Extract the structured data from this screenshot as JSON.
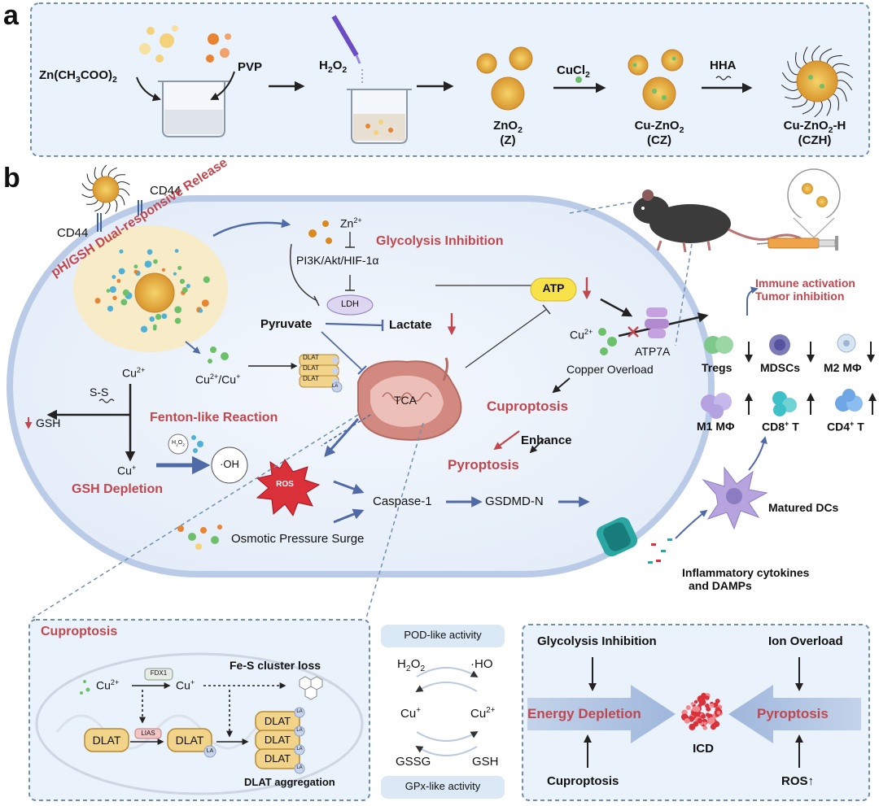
{
  "panel_a": {
    "letter": "a",
    "reagent_zinc": "Zn(CH3COO)2",
    "reagent_pvp": "PVP",
    "reagent_h2o2": "H2O2",
    "reagent_cucl2": "CuCl2",
    "reagent_hha": "HHA",
    "product_z_name": "ZnO2",
    "product_z_abbr": "(Z)",
    "product_cz_name": "Cu-ZnO2",
    "product_cz_abbr": "(CZ)",
    "product_czh_name": "Cu-ZnO2-H",
    "product_czh_abbr": "(CZH)"
  },
  "panel_b": {
    "letter": "b",
    "cd44_top": "CD44",
    "cd44_left": "CD44",
    "release_title": "pH/GSH Dual-responsive Release",
    "zn_ion": "Zn2+",
    "pathway": "PI3K/Akt/HIF-1α",
    "glycolysis_title": "Glycolysis Inhibition",
    "ldh": "LDH",
    "pyruvate": "Pyruvate",
    "lactate": "Lactate",
    "atp": "ATP",
    "cu2_left": "Cu2+",
    "ss": "S-S",
    "gsh_down": "GSH",
    "cu_plus": "Cu+",
    "gsh_depletion": "GSH Depletion",
    "cu_mix": "Cu2+/Cu+",
    "dlat": "DLAT",
    "la": "LA",
    "tca": "TCA",
    "fenton": "Fenton-like Reaction",
    "h2o2_small": "H2O2",
    "oh_radical": "·OH",
    "ros": "ROS",
    "caspase": "Caspase-1",
    "gsdmd": "GSDMD-N",
    "osmotic": "Osmotic Pressure Surge",
    "cu2_right": "Cu2+",
    "atp7a": "ATP7A",
    "copper_overload": "Copper Overload",
    "cuproptosis": "Cuproptosis",
    "enhance": "Enhance",
    "pyroptosis": "Pyroptosis",
    "immune_activation": "Immune activation",
    "tumor_inhibition": "Tumor inhibition",
    "cells": {
      "tregs": "Tregs",
      "mdscs": "MDSCs",
      "m2": "M2 MΦ",
      "m1": "M1 MΦ",
      "cd8": "CD8+ T",
      "cd4": "CD4+ T"
    },
    "matured_dcs": "Matured DCs",
    "cytokines_line1": "Inflammatory cytokines",
    "cytokines_line2": "and DAMPs"
  },
  "bottom_left": {
    "title": "Cuproptosis",
    "cu2": "Cu2+",
    "fdx1": "FDX1",
    "cu1": "Cu+",
    "fes": "Fe-S cluster loss",
    "dlat": "DLAT",
    "lias": "LIAS",
    "la": "LA",
    "aggregation": "DLAT aggregation"
  },
  "bottom_mid": {
    "pod": "POD-like activity",
    "h2o2": "H2O2",
    "ho": "·HO",
    "cu1": "Cu+",
    "cu2": "Cu2+",
    "gssg": "GSSG",
    "gsh": "GSH",
    "gpx": "GPx-like activity"
  },
  "bottom_right": {
    "glycolysis": "Glycolysis Inhibition",
    "ion_overload": "Ion Overload",
    "energy_depletion": "Energy Depletion",
    "pyroptosis": "Pyroptosis",
    "icd": "ICD",
    "cuproptosis": "Cuproptosis",
    "ros": "ROS↑"
  }
}
